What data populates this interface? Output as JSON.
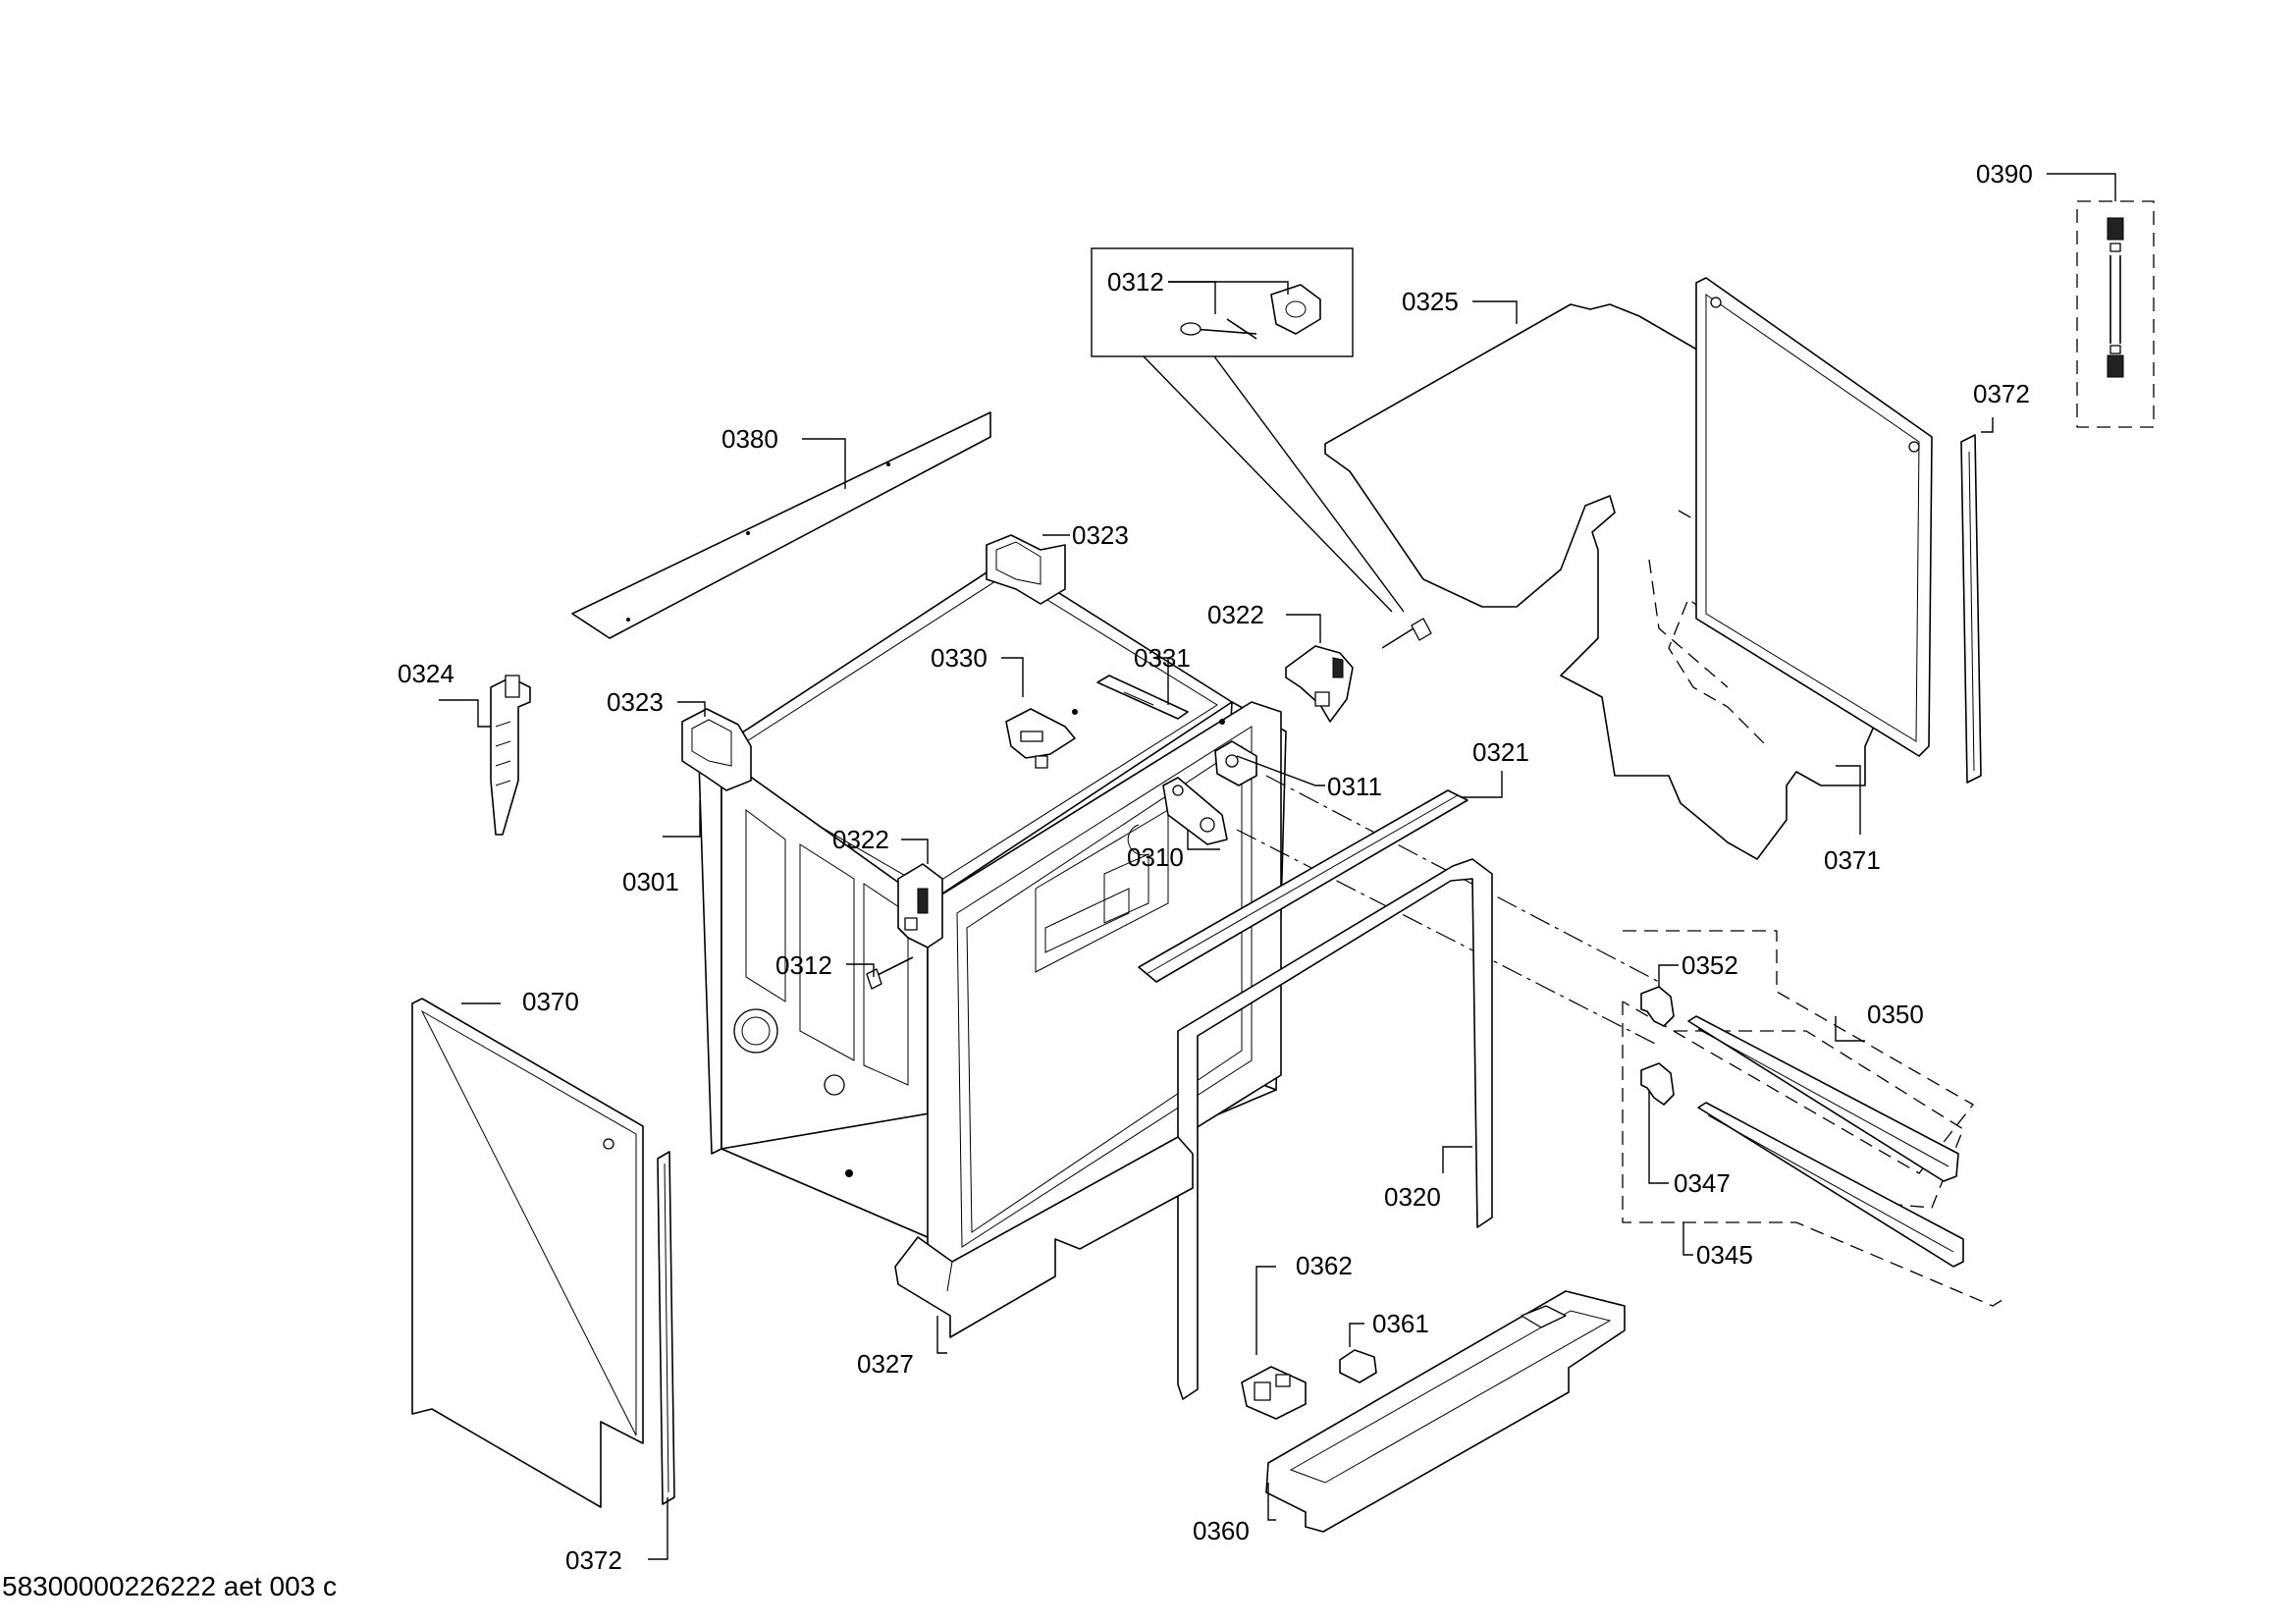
{
  "document_id": "58300000226222 aet 003 c",
  "callouts": {
    "c0301": "0301",
    "c0310": "0310",
    "c0311": "0311",
    "c0312_detail": "0312",
    "c0312_main": "0312",
    "c0320": "0320",
    "c0321": "0321",
    "c0322_top": "0322",
    "c0322_side": "0322",
    "c0323_top": "0323",
    "c0323_left": "0323",
    "c0324": "0324",
    "c0325": "0325",
    "c0327": "0327",
    "c0330": "0330",
    "c0331": "0331",
    "c0345": "0345",
    "c0347": "0347",
    "c0350": "0350",
    "c0352": "0352",
    "c0360": "0360",
    "c0361": "0361",
    "c0362": "0362",
    "c0370": "0370",
    "c0371": "0371",
    "c0372_right": "0372",
    "c0372_bottom": "0372",
    "c0380": "0380",
    "c0390": "0390"
  }
}
